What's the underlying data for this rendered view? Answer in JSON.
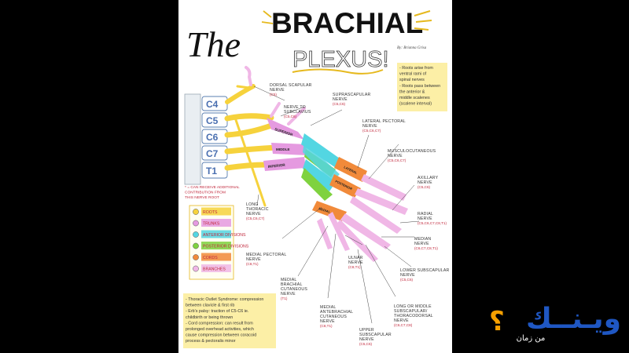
{
  "poster": {
    "title_the": "The",
    "title_brachial": "BRACHIAL",
    "title_plexus": "PLEXUS!",
    "byline": "By: Brianna Grisa",
    "notes_top": [
      "- Roots arise from",
      "ventral rami of",
      "spinal nerves",
      "- Roots pass between",
      "the anterior &",
      "middle scalenes",
      "(scalene interval)"
    ],
    "roots": [
      "C4",
      "C5",
      "C6",
      "C7",
      "T1"
    ],
    "trunks": {
      "superior": "SUPERIOR",
      "middle": "MIDDLE",
      "inferior": "INFERIOR"
    },
    "cords": {
      "lateral": "LATERAL",
      "posterior": "POSTERIOR",
      "medial": "MEDIAL"
    },
    "root_note": [
      "* = CAN RECEIVE ADDITIONAL",
      "CONTRIBUTION FROM",
      "THIS NERVE ROOT"
    ],
    "legend": [
      {
        "label": "ROOTS",
        "color": "#f6d23c"
      },
      {
        "label": "TRUNKS",
        "color": "#e59ae0"
      },
      {
        "label": "ANTERIOR DIVISIONS",
        "color": "#53d6e2"
      },
      {
        "label": "POSTERIOR DIVISIONS",
        "color": "#7fd23f"
      },
      {
        "label": "CORDS",
        "color": "#f18a3a"
      },
      {
        "label": "BRANCHES",
        "color": "#f0b7e6"
      }
    ],
    "nerves": {
      "dorsal_scapular": [
        "DORSAL SCAPULAR",
        "NERVE",
        "(C5)"
      ],
      "nerve_subclavius": [
        "NERVE TO",
        "SUBCLAVIUS",
        "(C5,C6)"
      ],
      "suprascapular": [
        "SUPRASCAPULAR",
        "NERVE",
        "(C5,C6)"
      ],
      "lateral_pectoral": [
        "LATERAL PECTORAL",
        "NERVE",
        "(C5,C6,C7)"
      ],
      "musculocutaneous": [
        "MUSCULOCUTANEOUS",
        "NERVE",
        "(C5,C6,C7)"
      ],
      "axillary": [
        "AXILLARY",
        "NERVE",
        "(C5,C6)"
      ],
      "radial": [
        "RADIAL",
        "NERVE",
        "(C5,C6,C7,C8,T1)"
      ],
      "median": [
        "MEDIAN",
        "NERVE",
        "(C6,C7,C8,T1)"
      ],
      "lower_subscapular": [
        "LOWER SUBSCAPULAR",
        "NERVE",
        "(C5,C6)"
      ],
      "long_thoracic": [
        "LONG",
        "THORACIC",
        "NERVE",
        "(C5,C6,C7)"
      ],
      "medial_pectoral": [
        "MEDIAL PECTORAL",
        "NERVE",
        "(C8,T1)"
      ],
      "ulnar": [
        "ULNAR",
        "NERVE",
        "(C8,T1)"
      ],
      "medial_brachial": [
        "MEDIAL",
        "BRACHIAL",
        "CUTANEOUS",
        "NERVE",
        "(T1)"
      ],
      "medial_antebrachial": [
        "MEDIAL",
        "ANTEBRACHIAL",
        "CUTANEOUS",
        "NERVE",
        "(C8,T1)"
      ],
      "upper_subscapular": [
        "UPPER",
        "SUBSCAPULAR",
        "NERVE",
        "(C5,C6)"
      ],
      "thoracodorsal": [
        "LONG OR MIDDLE",
        "SUBSCAPULAR/",
        "THORACODORSAL",
        "NERVE",
        "(C6,C7,C8)"
      ]
    },
    "notes_bottom": [
      "- Thoracic Outlet Syndrome: compression",
      "between clavicle & first rib",
      "- Erb's palsy: traction of C5-C6 ie.",
      "childbirth or being thrown",
      "- Cord compression: can result from",
      "prolonged overhead activities, which",
      "cause compression between coracoid",
      "process & pectoralis minor"
    ]
  },
  "watermark": {
    "brand": "ويـنــك",
    "sub": "من زمان",
    "question": "؟"
  }
}
